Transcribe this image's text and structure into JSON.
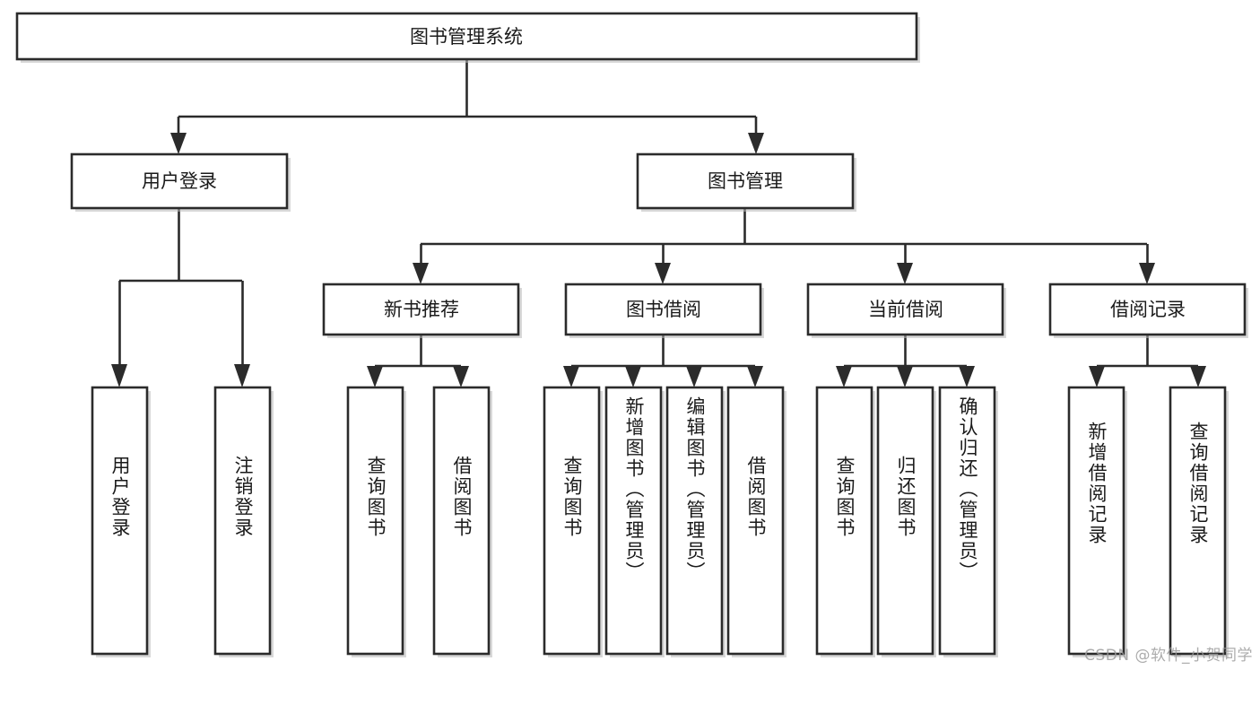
{
  "diagram": {
    "title": "图书管理系统",
    "type": "hierarchy-tree",
    "orientation": "top-down",
    "levels": 4,
    "style": {
      "box_fill": "#ffffff",
      "box_stroke": "#2b2b2b",
      "connector_color": "#2b2b2b",
      "text_color": "#1a1a1a",
      "background": "#ffffff",
      "watermark_color": "#9a9a9a"
    },
    "root": {
      "label": "图书管理系统",
      "text_orientation": "horizontal"
    },
    "level2": [
      {
        "label": "用户登录",
        "text_orientation": "horizontal"
      },
      {
        "label": "图书管理",
        "text_orientation": "horizontal"
      }
    ],
    "level3": [
      {
        "label": "新书推荐",
        "text_orientation": "horizontal",
        "parent": "图书管理"
      },
      {
        "label": "图书借阅",
        "text_orientation": "horizontal",
        "parent": "图书管理"
      },
      {
        "label": "当前借阅",
        "text_orientation": "horizontal",
        "parent": "图书管理"
      },
      {
        "label": "借阅记录",
        "text_orientation": "horizontal",
        "parent": "图书管理"
      }
    ],
    "leaves": {
      "user_login": [
        {
          "label": "用户登录",
          "text_orientation": "vertical"
        },
        {
          "label": "注销登录",
          "text_orientation": "vertical"
        }
      ],
      "new_book_recommend": [
        {
          "label": "查询图书",
          "text_orientation": "vertical"
        },
        {
          "label": "借阅图书",
          "text_orientation": "vertical"
        }
      ],
      "book_borrow": [
        {
          "label": "查询图书",
          "text_orientation": "vertical"
        },
        {
          "label": "新增图书（管理员）",
          "text_orientation": "vertical"
        },
        {
          "label": "编辑图书（管理员）",
          "text_orientation": "vertical"
        },
        {
          "label": "借阅图书",
          "text_orientation": "vertical"
        }
      ],
      "current_borrow": [
        {
          "label": "查询图书",
          "text_orientation": "vertical"
        },
        {
          "label": "归还图书",
          "text_orientation": "vertical"
        },
        {
          "label": "确认归还（管理员）",
          "text_orientation": "vertical"
        }
      ],
      "borrow_record": [
        {
          "label": "新增借阅记录",
          "text_orientation": "vertical"
        },
        {
          "label": "查询借阅记录",
          "text_orientation": "vertical"
        }
      ]
    }
  },
  "watermark": {
    "text": "CSDN @软件_小贺同学"
  }
}
